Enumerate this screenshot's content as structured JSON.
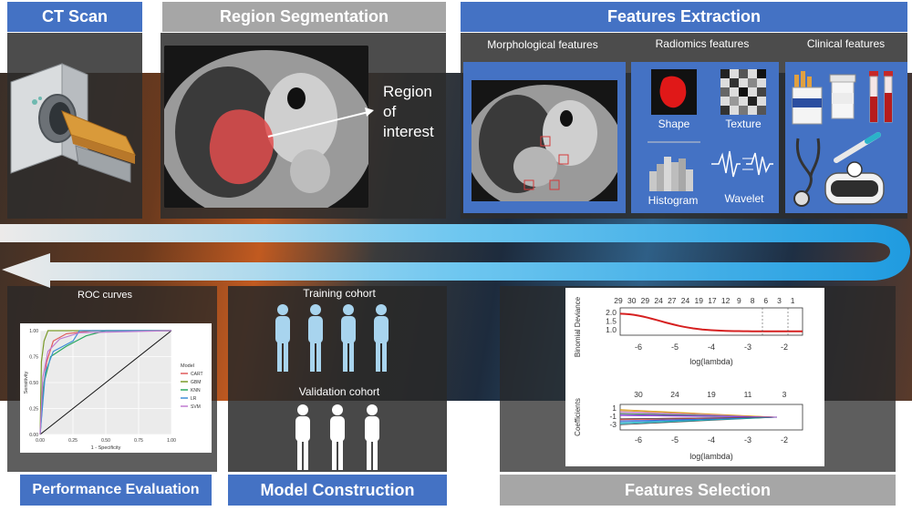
{
  "stages": {
    "ct_scan": "CT Scan",
    "region_segmentation": "Region Segmentation",
    "features_extraction": "Features Extraction",
    "performance_evaluation": "Performance Evaluation",
    "model_construction": "Model Construction",
    "features_selection": "Features Selection"
  },
  "segmentation": {
    "roi_label_line1": "Region",
    "roi_label_line2": "of",
    "roi_label_line3": "interest"
  },
  "extraction": {
    "morphological": "Morphological features",
    "radiomics": "Radiomics features",
    "clinical": "Clinical features",
    "shape": "Shape",
    "texture": "Texture",
    "histogram": "Histogram",
    "wavelet": "Wavelet"
  },
  "model": {
    "training_cohort": "Training cohort",
    "validation_cohort": "Validation cohort"
  },
  "roc": {
    "title": "ROC curves",
    "xlabel": "1 - Specificity",
    "ylabel": "Sensitivity",
    "x_ticks": [
      "0.00",
      "0.25",
      "0.50",
      "0.75",
      "1.00"
    ],
    "y_ticks": [
      "0.00",
      "0.25",
      "0.50",
      "0.75",
      "1.00"
    ],
    "legend_title": "Model",
    "legend": [
      "CART",
      "GBM",
      "KNN",
      "LR",
      "SVM"
    ],
    "colors": [
      "#e05a5a",
      "#7a9a2a",
      "#2aa860",
      "#3f8fd8",
      "#c07ad0"
    ]
  },
  "selection": {
    "top_numbers": [
      "29",
      "30",
      "29",
      "24",
      "27",
      "24",
      "19",
      "17",
      "12",
      "9",
      "8",
      "6",
      "3",
      "1"
    ],
    "top_ylabel": "Binomial Deviance",
    "top_yticks": [
      "2.0",
      "1.5",
      "1.0"
    ],
    "xlabel": "log(lambda)",
    "xticks": [
      "-6",
      "-5",
      "-4",
      "-3",
      "-2"
    ],
    "bottom_numbers": [
      "30",
      "24",
      "19",
      "11",
      "3"
    ],
    "bottom_ylabel": "Coefficients",
    "bottom_yticks": [
      "1",
      "-1",
      "-3"
    ]
  }
}
